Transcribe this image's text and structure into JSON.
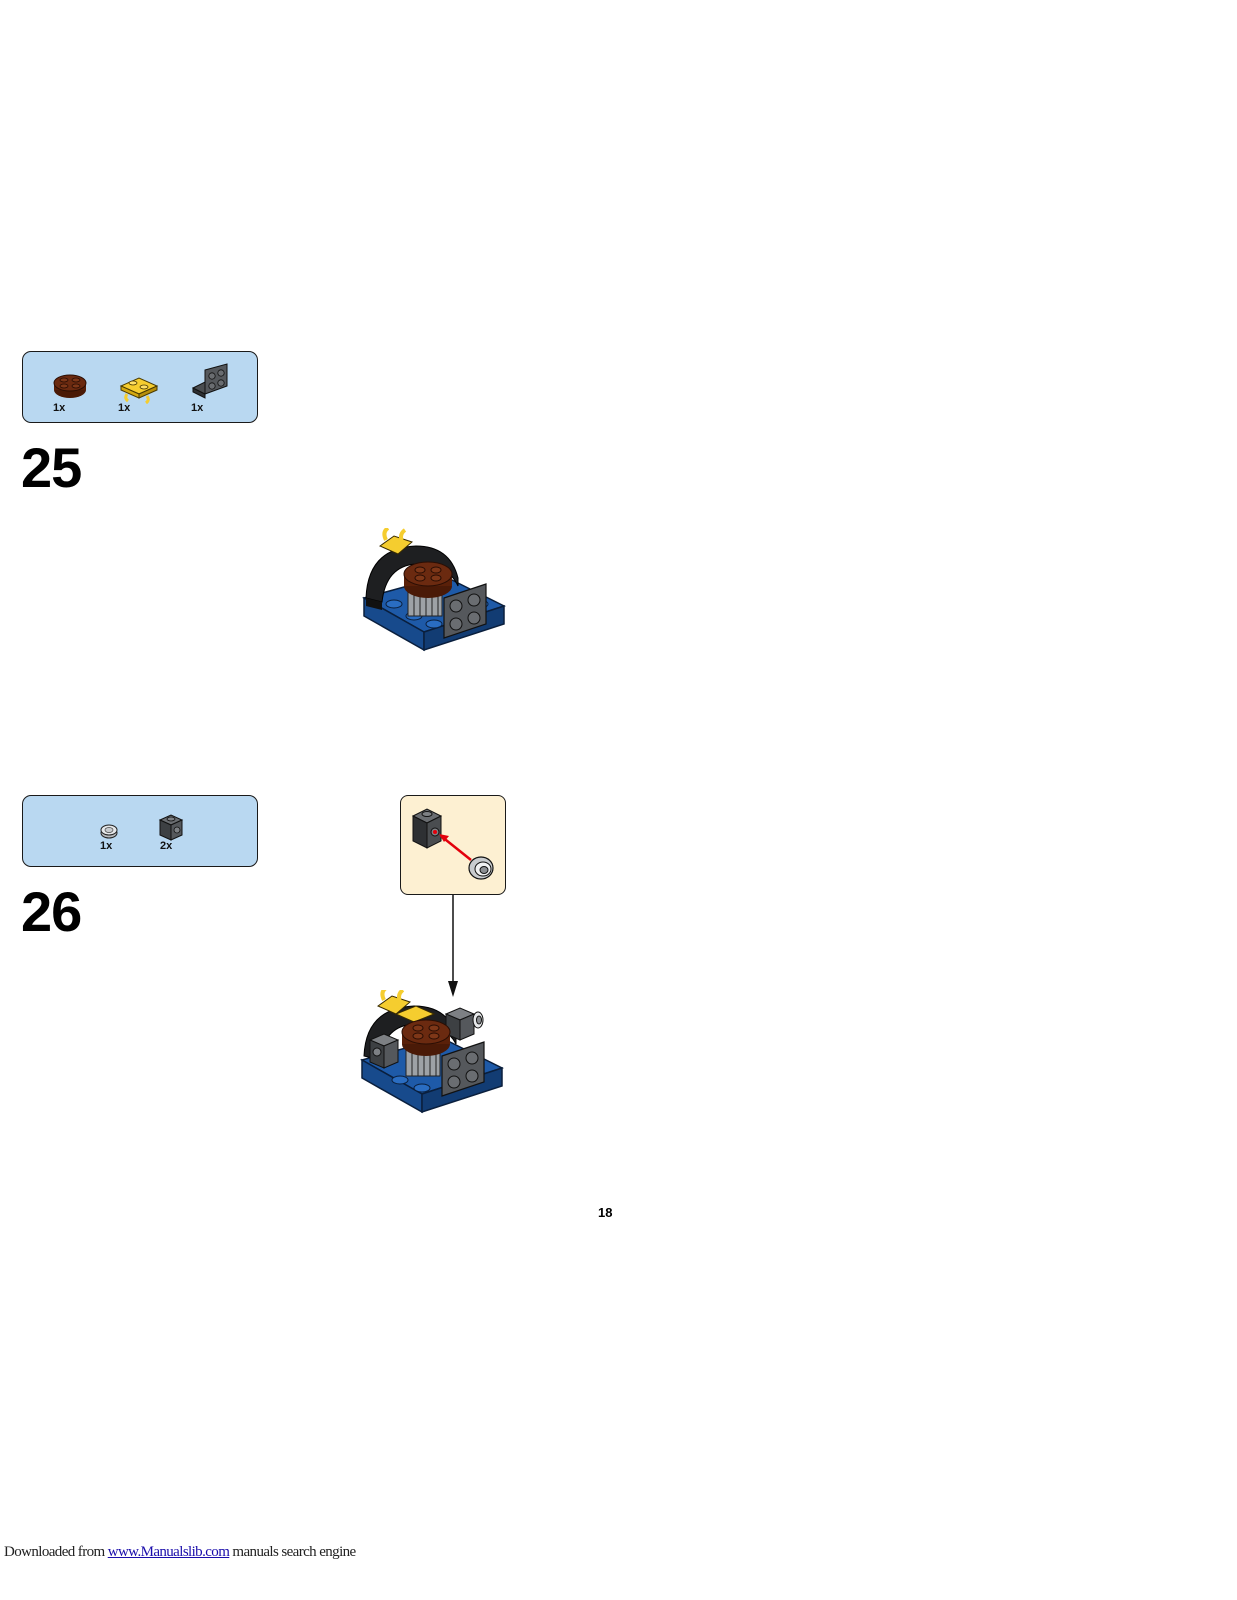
{
  "steps": [
    {
      "number": "25",
      "parts": [
        {
          "icon": "round-plate-brown-icon",
          "qty": "1x",
          "color": "#6b2a10"
        },
        {
          "icon": "plate-with-clips-yellow-icon",
          "qty": "1x",
          "color": "#f5cd2f"
        },
        {
          "icon": "bracket-plate-dark-gray-icon",
          "qty": "1x",
          "color": "#4a4d50"
        }
      ]
    },
    {
      "number": "26",
      "parts": [
        {
          "icon": "round-tile-light-gray-icon",
          "qty": "1x",
          "color": "#d7d9dc"
        },
        {
          "icon": "brick-with-stud-dark-gray-icon",
          "qty": "2x",
          "color": "#4a4d50"
        }
      ]
    }
  ],
  "page_number": "18",
  "footer": {
    "prefix": "Downloaded from",
    "link_text": "www.Manualslib.com",
    "suffix": "manuals search engine"
  },
  "colors": {
    "parts_box_bg": "#b9d8f1",
    "callout_bg": "#fdf0d2",
    "arrow_red": "#e3000b",
    "base_blue": "#1e5aa8"
  }
}
